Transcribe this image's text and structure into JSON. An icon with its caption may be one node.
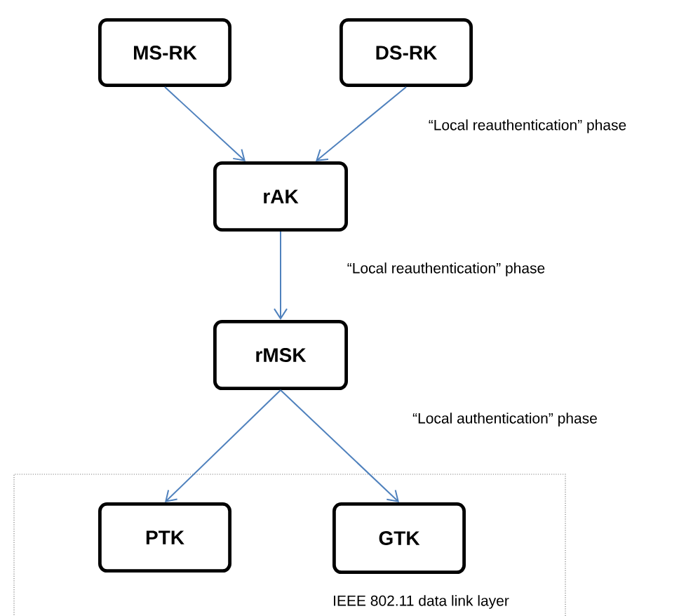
{
  "diagram": {
    "nodes": [
      {
        "text": [
          "MS-RK"
        ]
      },
      {
        "text": [
          "DS-RK"
        ]
      },
      {
        "text": [
          "rAK"
        ]
      },
      {
        "text": [
          "rMSK"
        ]
      },
      {
        "text": [
          "IEEE 802.11 data link layer"
        ]
      },
      {
        "text": [
          "PTK"
        ],
        "in": 4
      },
      {
        "text": [
          "GTK"
        ],
        "in": 4
      }
    ],
    "edges": [
      {
        "from": 0,
        "to": 2,
        "arrow": "to"
      },
      {
        "from": 1,
        "to": 2,
        "arrow": "to",
        "label": "“Local reauthentication” phase"
      },
      {
        "from": 2,
        "to": 3,
        "arrow": "to",
        "label": "“Local reauthentication” phase"
      },
      {
        "from": 3,
        "to": 5,
        "arrow": "to"
      },
      {
        "from": 3,
        "to": 6,
        "arrow": "to",
        "label": "“Local authentication” phase"
      }
    ]
  }
}
